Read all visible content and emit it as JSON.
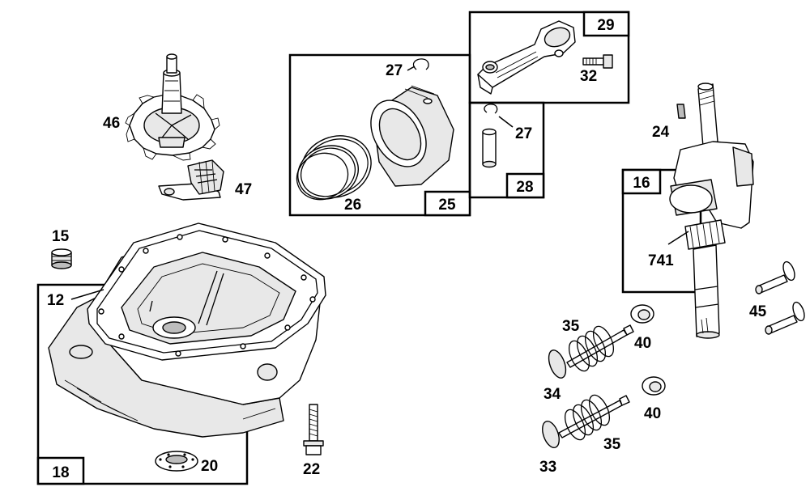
{
  "labels": {
    "c15": "15",
    "c12": "12",
    "c18": "18",
    "c20": "20",
    "c22": "22",
    "c46": "46",
    "c47": "47",
    "c27a": "27",
    "c26": "26",
    "c25": "25",
    "c29": "29",
    "c32": "32",
    "c27b": "27",
    "c28": "28",
    "c24": "24",
    "c16": "16",
    "c741": "741",
    "c45": "45",
    "c35a": "35",
    "c40a": "40",
    "c34": "34",
    "c40b": "40",
    "c35b": "35",
    "c33": "33"
  }
}
